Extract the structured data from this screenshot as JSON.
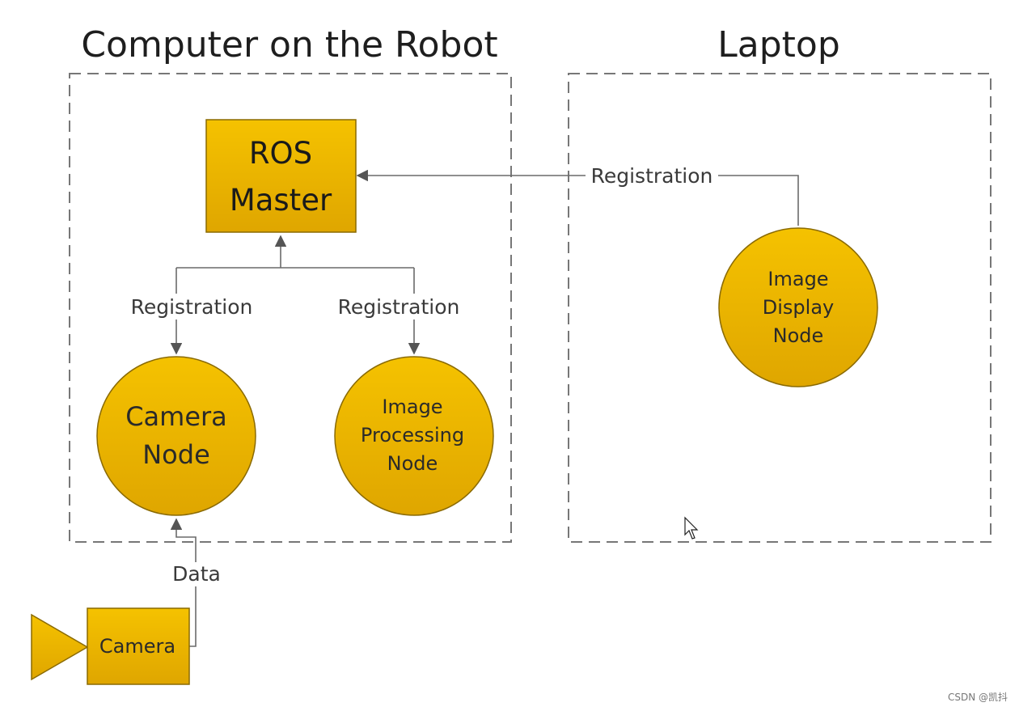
{
  "diagram": {
    "colors": {
      "node_fill_top": "#f5c200",
      "node_fill_bottom": "#dfa600",
      "node_border": "#8a6a00",
      "connector": "#6a6a6a",
      "dashed_border": "#777777"
    },
    "groups": {
      "robot": {
        "title": "Computer on the Robot"
      },
      "laptop": {
        "title": "Laptop"
      }
    },
    "nodes": {
      "ros_master": {
        "line1": "ROS",
        "line2": "Master"
      },
      "camera_node": {
        "line1": "Camera",
        "line2": "Node"
      },
      "image_processing_node": {
        "line1": "Image",
        "line2": "Processing",
        "line3": "Node"
      },
      "image_display_node": {
        "line1": "Image",
        "line2": "Display",
        "line3": "Node"
      },
      "camera": {
        "label": "Camera"
      }
    },
    "edges": {
      "laptop_registration": "Registration",
      "camera_registration": "Registration",
      "processing_registration": "Registration",
      "camera_data": "Data"
    }
  },
  "watermark": "CSDN @凯抖"
}
